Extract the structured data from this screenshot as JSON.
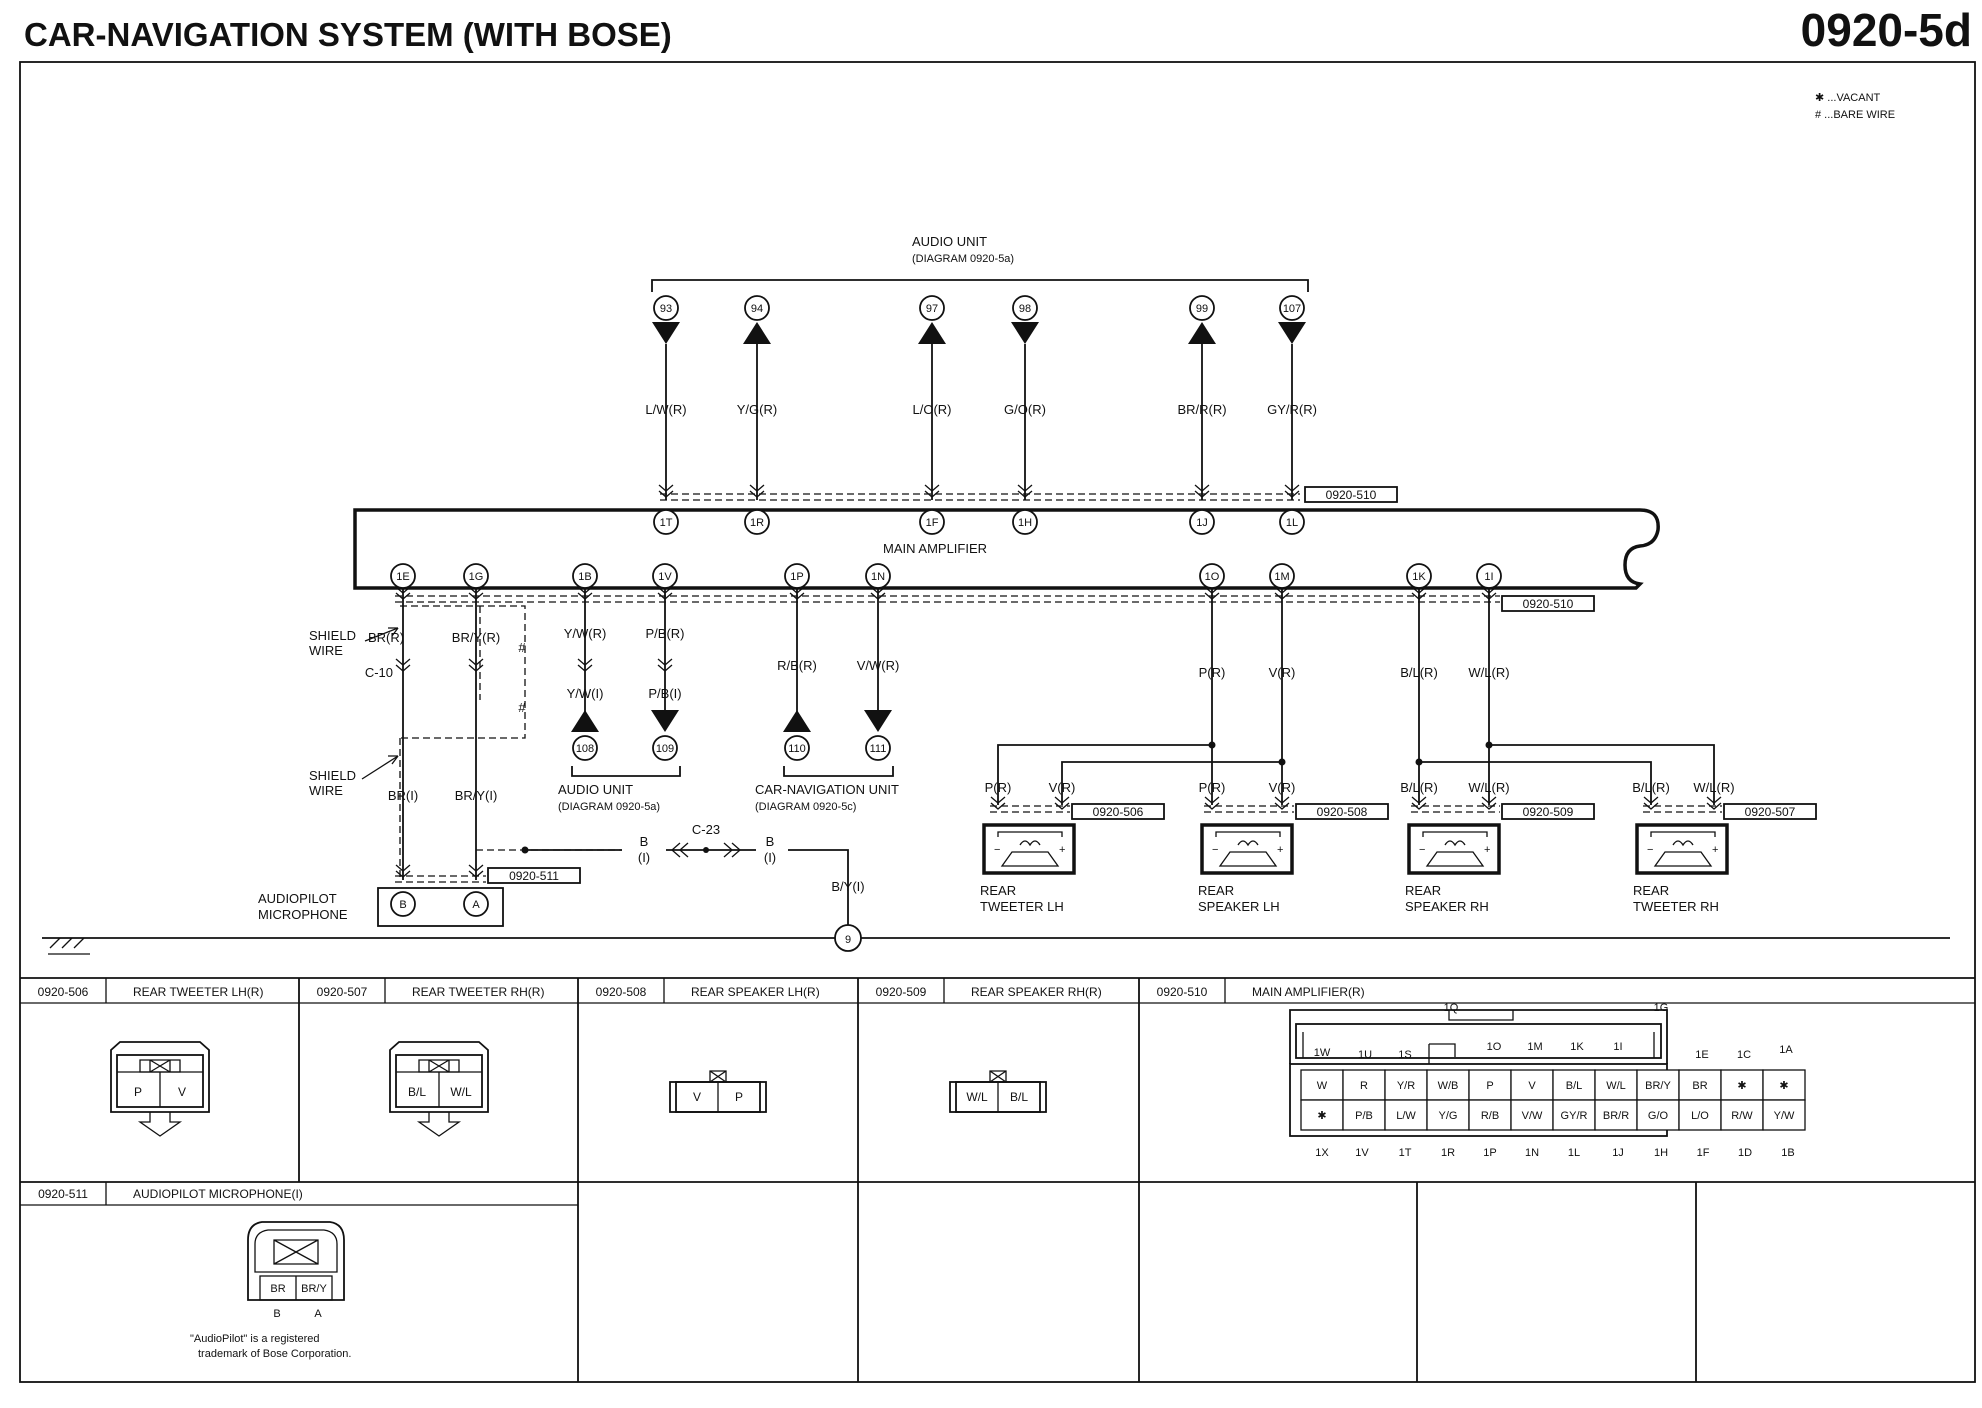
{
  "header": {
    "title": "CAR-NAVIGATION SYSTEM (WITH BOSE)",
    "code": "0920-5d"
  },
  "legend": {
    "vacant": "✱ ...VACANT",
    "bare": "# ...BARE WIRE"
  },
  "audio_unit_top": {
    "name": "AUDIO UNIT",
    "ref": "(DIAGRAM  0920-5a)"
  },
  "main_amp": {
    "name": "MAIN AMPLIFIER"
  },
  "top_terminals": [
    {
      "num": "93",
      "wire": "L/W(R)",
      "pin": "1T",
      "dir": "down"
    },
    {
      "num": "94",
      "wire": "Y/G(R)",
      "pin": "1R",
      "dir": "up"
    },
    {
      "num": "97",
      "wire": "L/O(R)",
      "pin": "1F",
      "dir": "up"
    },
    {
      "num": "98",
      "wire": "G/O(R)",
      "pin": "1H",
      "dir": "down"
    },
    {
      "num": "99",
      "wire": "BR/R(R)",
      "pin": "1J",
      "dir": "up"
    },
    {
      "num": "107",
      "wire": "GY/R(R)",
      "pin": "1L",
      "dir": "down"
    }
  ],
  "bottom_pins": [
    "1E",
    "1G",
    "1B",
    "1V",
    "1P",
    "1N",
    "1O",
    "1M",
    "1K",
    "1I"
  ],
  "connector_tags": {
    "c510": "0920-510",
    "c511": "0920-511",
    "c506": "0920-506",
    "c508": "0920-508",
    "c509": "0920-509",
    "c507": "0920-507"
  },
  "mic_wires": {
    "shield_top": "SHIELD\nWIRE",
    "shield_bottom": "SHIELD\nWIRE",
    "br_r": "BR(R)",
    "bry_r": "BR/Y(R)",
    "c10": "C-10",
    "br_i": "BR(I)",
    "bry_i": "BR/Y(I)",
    "hash": "#",
    "mic_name": "AUDIOPILOT\nMICROPHONE",
    "pin_b": "B",
    "pin_a": "A"
  },
  "audio_low": {
    "w1r": "Y/W(R)",
    "w2r": "P/B(R)",
    "w1i": "Y/W(I)",
    "w2i": "P/B(I)",
    "t1": "108",
    "t2": "109",
    "name": "AUDIO UNIT",
    "ref": "(DIAGRAM  0920-5a)"
  },
  "nav_low": {
    "w1": "R/B(R)",
    "w2": "V/W(R)",
    "t1": "110",
    "t2": "111",
    "name": "CAR-NAVIGATION UNIT",
    "ref": "(DIAGRAM  0920-5c)"
  },
  "ground": {
    "c23": "C-23",
    "b_i_left": "B\n(I)",
    "b_i_right": "B\n(I)",
    "byi": "B/Y(I)",
    "num": "9"
  },
  "speakers": {
    "w_pr": "P(R)",
    "w_vr": "V(R)",
    "w_blr": "B/L(R)",
    "w_wlr": "W/L(R)",
    "tweeter_lh": "REAR\nTWEETER LH",
    "speaker_lh": "REAR\nSPEAKER LH",
    "speaker_rh": "REAR\nSPEAKER RH",
    "tweeter_rh": "REAR\nTWEETER RH",
    "minus": "−",
    "plus": "+"
  },
  "connectors": [
    {
      "code": "0920-506",
      "name": "REAR TWEETER LH(R)",
      "pins": [
        "P",
        "V"
      ]
    },
    {
      "code": "0920-507",
      "name": "REAR TWEETER RH(R)",
      "pins": [
        "B/L",
        "W/L"
      ]
    },
    {
      "code": "0920-508",
      "name": "REAR SPEAKER LH(R)",
      "pins": [
        "V",
        "P"
      ]
    },
    {
      "code": "0920-509",
      "name": "REAR SPEAKER RH(R)",
      "pins": [
        "W/L",
        "B/L"
      ]
    },
    {
      "code": "0920-510",
      "name": "MAIN AMPLIFIER(R)"
    },
    {
      "code": "0920-511",
      "name": "AUDIOPILOT MICROPHONE(I)",
      "pins": [
        "BR",
        "BR/Y"
      ],
      "pin_labels": [
        "B",
        "A"
      ],
      "note": "\"AudioPilot\" is a registered\ntrademark of Bose Corporation."
    }
  ],
  "amp_connector": {
    "top_labels": [
      "1W",
      "1U",
      "1S",
      "1Q",
      "1O",
      "1M",
      "1K",
      "1I",
      "1G",
      "1E",
      "1C",
      "1A"
    ],
    "row1": [
      "W",
      "R",
      "Y/R",
      "W/B",
      "P",
      "V",
      "B/L",
      "W/L",
      "BR/Y",
      "BR",
      "✱",
      "✱"
    ],
    "row2": [
      "✱",
      "P/B",
      "L/W",
      "Y/G",
      "R/B",
      "V/W",
      "GY/R",
      "BR/R",
      "G/O",
      "L/O",
      "R/W",
      "Y/W"
    ],
    "bottom_labels": [
      "1X",
      "1V",
      "1T",
      "1R",
      "1P",
      "1N",
      "1L",
      "1J",
      "1H",
      "1F",
      "1D",
      "1B"
    ]
  }
}
